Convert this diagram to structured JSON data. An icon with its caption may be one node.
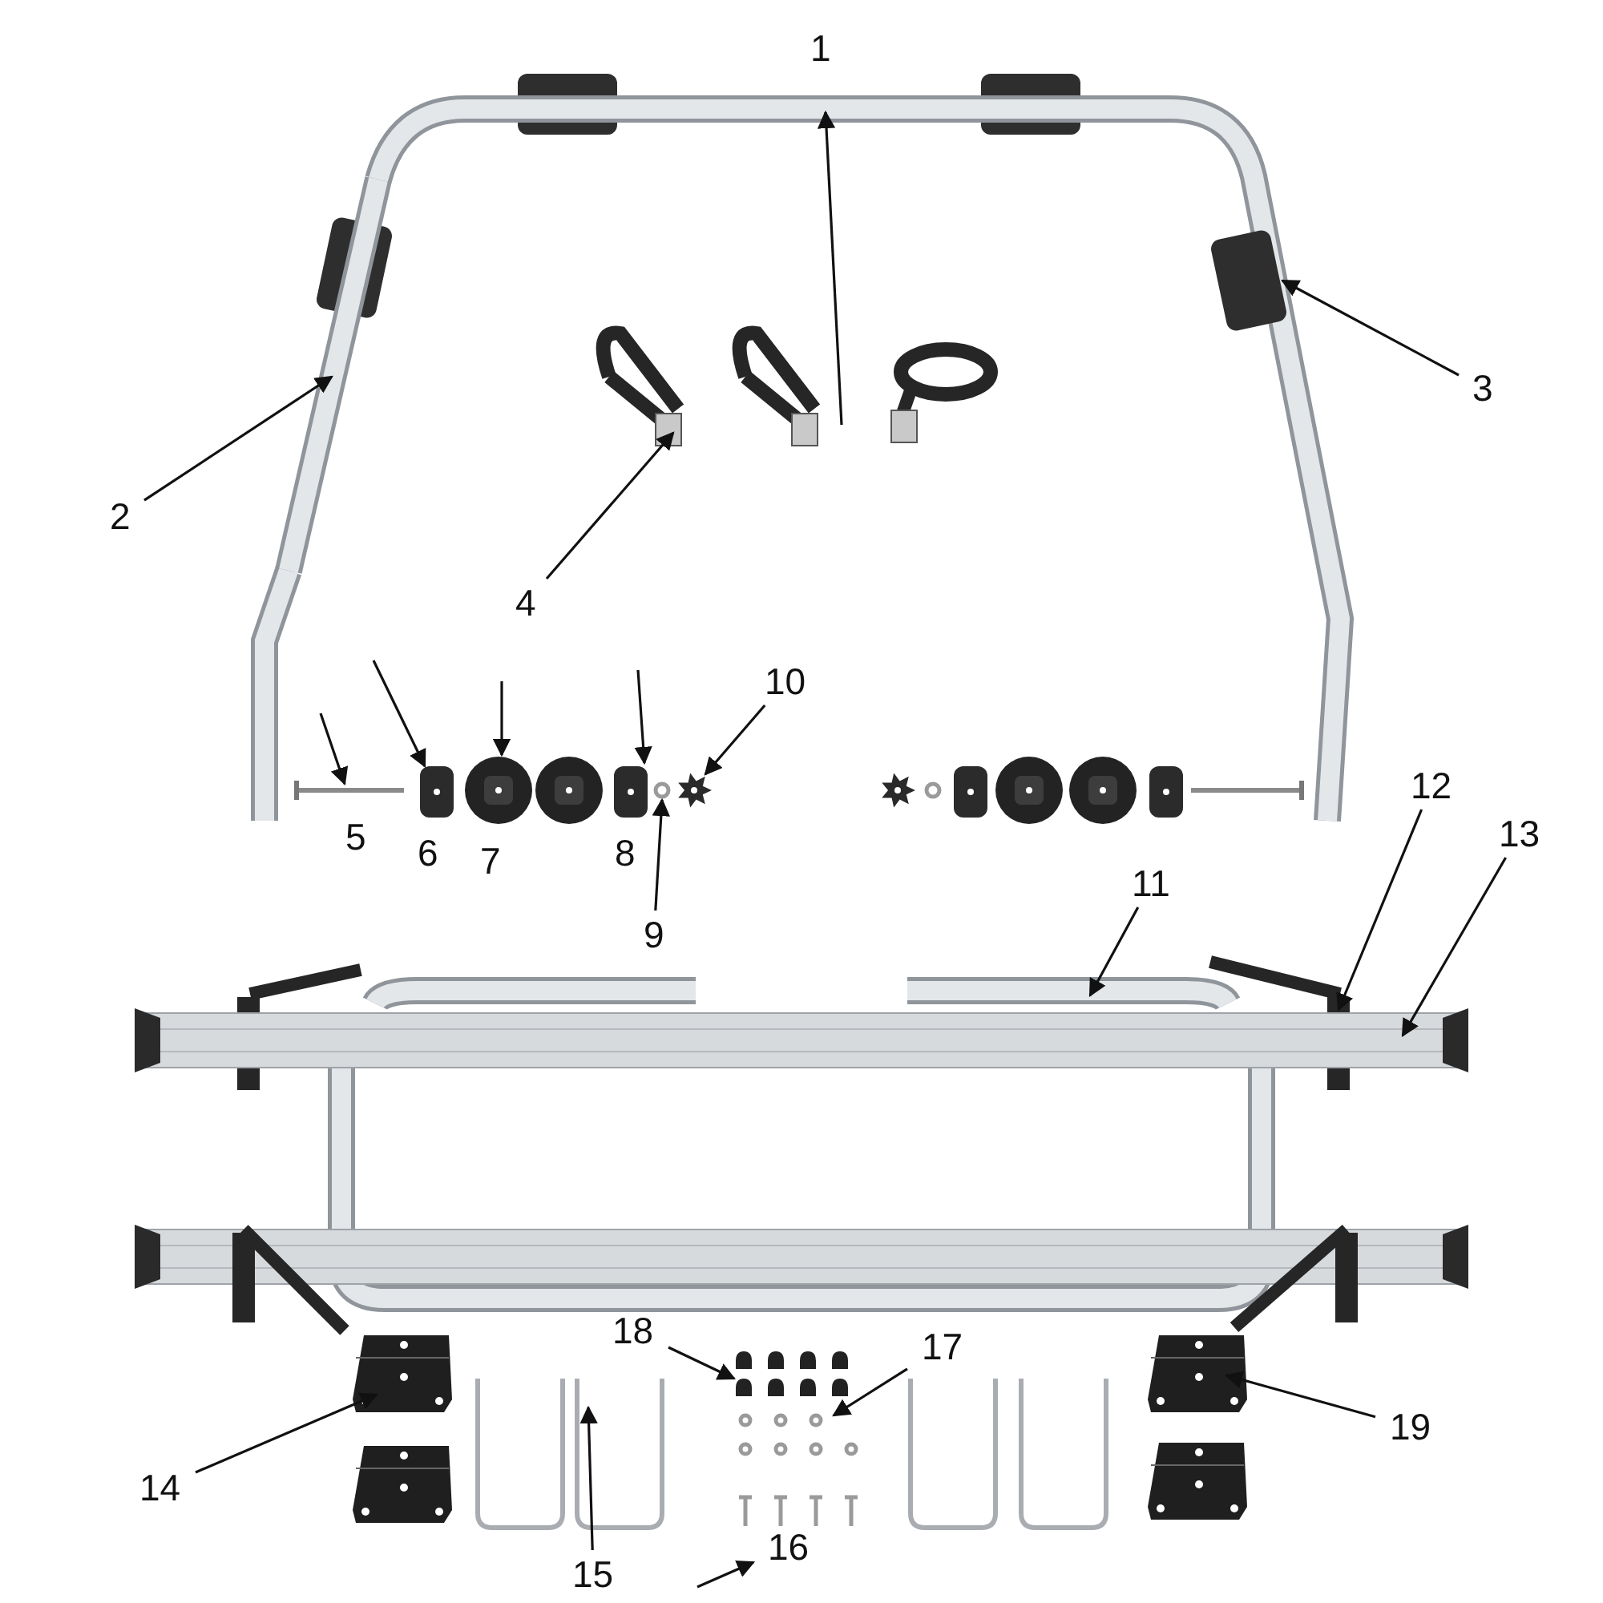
{
  "diagram": {
    "nodes": [
      {
        "text": [],
        "shape": "picture"
      },
      {
        "text": [
          "2"
        ]
      },
      {
        "text": [],
        "shape": "picture"
      },
      {
        "text": [
          "3"
        ]
      },
      {
        "text": [],
        "shape": "box"
      },
      {
        "text": [
          "4"
        ]
      },
      {
        "text": [],
        "shape": "picture"
      },
      {
        "text": [],
        "shape": "picture"
      },
      {
        "text": [],
        "shape": "picture"
      },
      {
        "text": [],
        "shape": "picture"
      },
      {
        "text": [],
        "shape": "picture"
      },
      {
        "text": [
          "10"
        ]
      },
      {
        "text": [],
        "shape": "picture"
      },
      {
        "text": [],
        "shape": "circle"
      },
      {
        "text": [
          "9"
        ]
      },
      {
        "text": [
          "11"
        ]
      },
      {
        "text": [],
        "shape": "picture"
      },
      {
        "text": [
          "12"
        ]
      },
      {
        "text": [],
        "shape": "picture"
      },
      {
        "text": [
          "13"
        ]
      },
      {
        "text": [],
        "shape": "picture"
      },
      {
        "text": [
          "18"
        ]
      },
      {
        "text": [],
        "shape": "picture"
      },
      {
        "text": [
          "17"
        ]
      },
      {
        "text": [],
        "shape": "picture"
      },
      {
        "text": [],
        "shape": "picture"
      },
      {
        "text": [
          "14"
        ]
      },
      {
        "text": [
          "19"
        ]
      },
      {
        "text": [],
        "shape": "picture"
      },
      {
        "text": [],
        "shape": "picture"
      },
      {
        "text": [
          "15"
        ]
      },
      {
        "text": [
          "16"
        ]
      }
    ],
    "edges": [
      {
        "from": null,
        "to": 0,
        "arrow": "to"
      },
      {
        "from": 1,
        "to": 2,
        "arrow": "to"
      },
      {
        "from": 3,
        "to": 4,
        "arrow": "to"
      },
      {
        "from": 5,
        "to": 6,
        "arrow": "to"
      },
      {
        "from": null,
        "to": 7,
        "arrow": "to"
      },
      {
        "from": null,
        "to": 8,
        "arrow": "to"
      },
      {
        "from": null,
        "to": 9,
        "arrow": "to"
      },
      {
        "from": null,
        "to": 10,
        "arrow": "to"
      },
      {
        "from": 11,
        "to": 12,
        "arrow": "to"
      },
      {
        "from": 14,
        "to": 13,
        "arrow": "to"
      },
      {
        "from": 15,
        "to": 16,
        "arrow": "to"
      },
      {
        "from": 17,
        "to": 18,
        "arrow": "to"
      },
      {
        "from": 19,
        "to": 20,
        "arrow": "to"
      },
      {
        "from": 21,
        "to": 22,
        "arrow": "to"
      },
      {
        "from": 23,
        "to": 24,
        "arrow": "to"
      },
      {
        "from": 26,
        "to": 25,
        "arrow": "to"
      },
      {
        "from": 27,
        "to": 28,
        "arrow": "to"
      },
      {
        "from": 30,
        "to": 29,
        "arrow": "to"
      },
      {
        "from": null,
        "to": 31,
        "arrow": "to"
      }
    ],
    "labels": [
      "1",
      "5",
      "6",
      "7",
      "8"
    ]
  }
}
